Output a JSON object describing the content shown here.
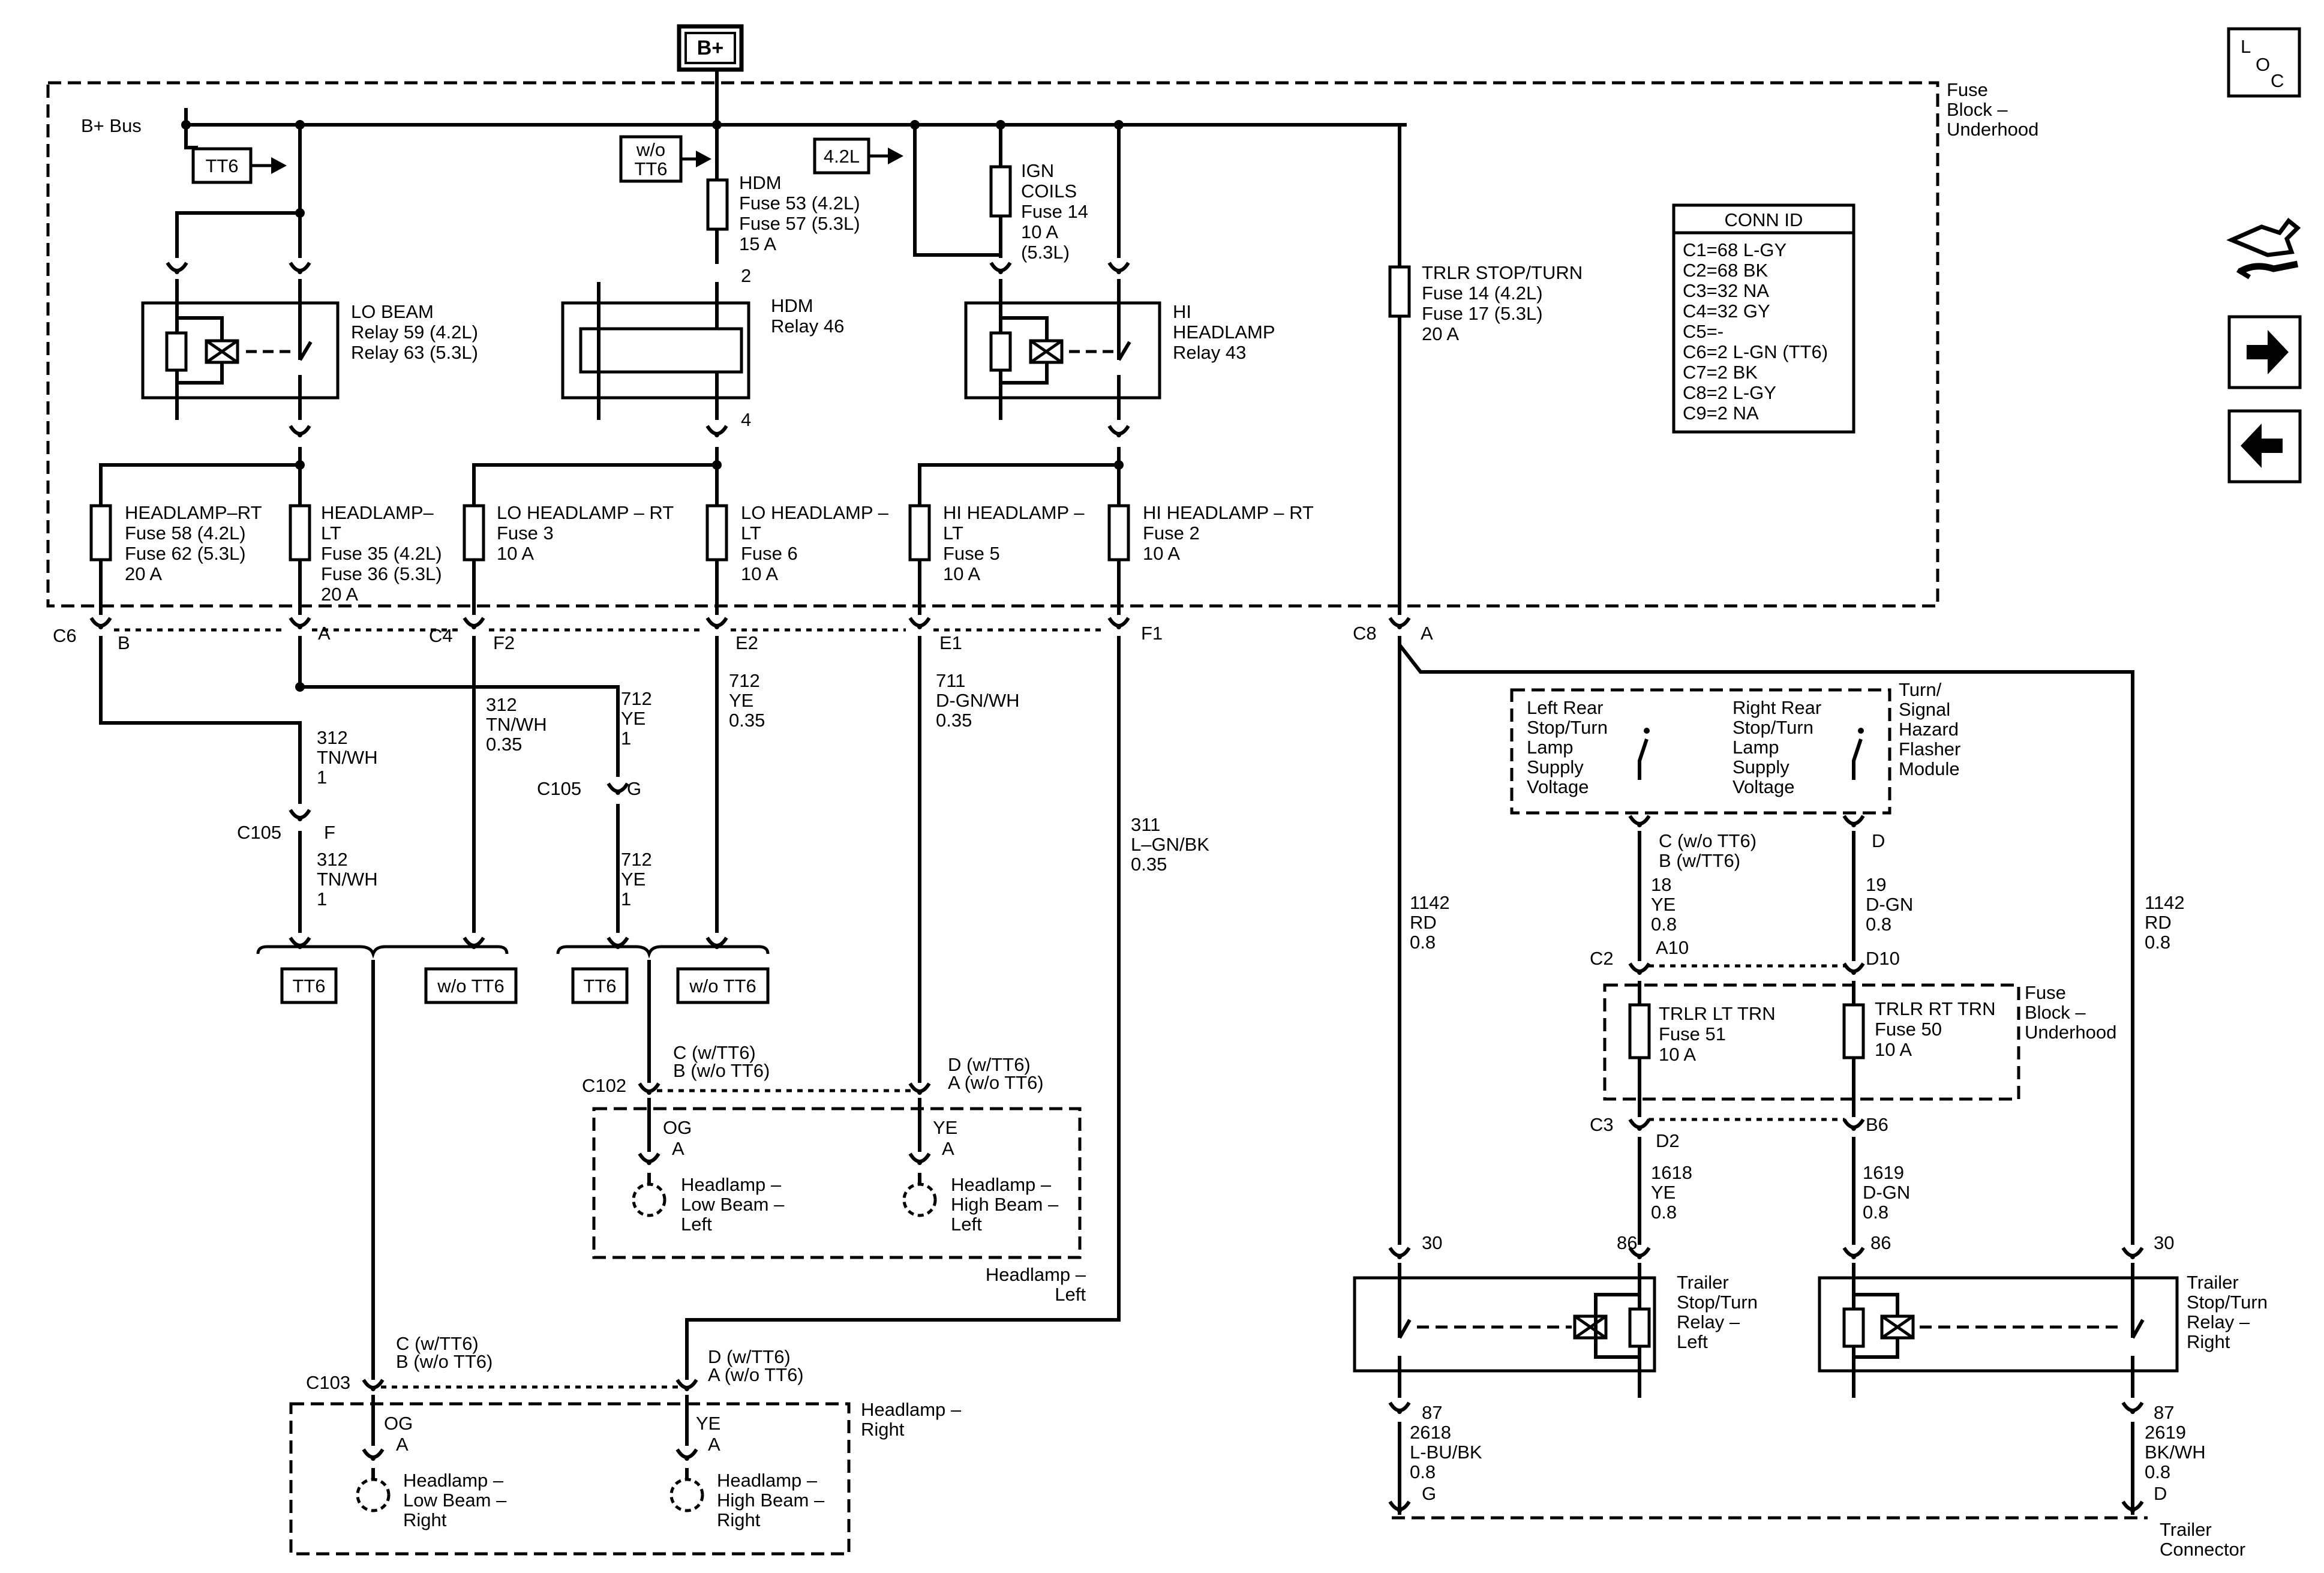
{
  "battery": "B+",
  "loc_icon": {
    "l": "L",
    "o": "O",
    "c": "C"
  },
  "fuse_block_label": [
    "Fuse",
    "Block –",
    "Underhood"
  ],
  "bplus_bus": "B+ Bus",
  "tt6": "TT6",
  "wo_tt6": "w/o TT6",
  "wo_tt6_stack": [
    "w/o",
    "TT6"
  ],
  "engine_42": "4.2L",
  "hdm_fuse": [
    "HDM",
    "Fuse 53 (4.2L)",
    "Fuse 57 (5.3L)",
    "15 A"
  ],
  "ign_fuse": [
    "IGN",
    "COILS",
    "Fuse 14",
    "10 A",
    "(5.3L)"
  ],
  "trlr_fuse": [
    "TRLR STOP/TURN",
    "Fuse 14 (4.2L)",
    "Fuse 17 (5.3L)",
    "20 A"
  ],
  "lo_relay": [
    "LO BEAM",
    "Relay 59 (4.2L)",
    "Relay 63 (5.3L)"
  ],
  "hdm_relay": [
    "HDM",
    "Relay 46"
  ],
  "hi_relay": [
    "HI",
    "HEADLAMP",
    "Relay 43"
  ],
  "pin_2": "2",
  "pin_4": "4",
  "conn_id": {
    "title": "CONN ID",
    "rows": [
      "C1=68 L-GY",
      "C2=68 BK",
      "C3=32 NA",
      "C4=32 GY",
      "C5=-",
      "C6=2 L-GN (TT6)",
      "C7=2 BK",
      "C8=2 L-GY",
      "C9=2 NA"
    ]
  },
  "fuses_bottom": [
    [
      "HEADLAMP–RT",
      "Fuse 58 (4.2L)",
      "Fuse 62 (5.3L)",
      "20 A"
    ],
    [
      "HEADLAMP–",
      "LT",
      "Fuse 35 (4.2L)",
      "Fuse 36 (5.3L)",
      "20 A"
    ],
    [
      "LO HEADLAMP – RT",
      "Fuse 3",
      "10 A"
    ],
    [
      "LO HEADLAMP –",
      "LT",
      "Fuse 6",
      "10 A"
    ],
    [
      "HI HEADLAMP –",
      "LT",
      "Fuse 5",
      "10 A"
    ],
    [
      "HI HEADLAMP – RT",
      "Fuse 2",
      "10 A"
    ]
  ],
  "connectors": {
    "c6": "C6",
    "c6b": "B",
    "c6a": "A",
    "c4": "C4",
    "c4f2": "F2",
    "c4e2": "E2",
    "c4e1": "E1",
    "c4f1": "F1",
    "c8": "C8",
    "c8a": "A",
    "c105": "C105",
    "c105f": "F",
    "c105g": "G",
    "c102": "C102",
    "c103": "C103",
    "c2": "C2",
    "c2a10": "A10",
    "c2d10": "D10",
    "c3": "C3",
    "c3d2": "D2",
    "c3b6": "B6"
  },
  "wires": {
    "w312a": [
      "312",
      "TN/WH",
      "1"
    ],
    "w312b": [
      "312",
      "TN/WH",
      "1"
    ],
    "w312c": [
      "312",
      "TN/WH",
      "0.35"
    ],
    "w712a": [
      "712",
      "YE",
      "1"
    ],
    "w712b": [
      "712",
      "YE",
      "1"
    ],
    "w712c": [
      "712",
      "YE",
      "0.35"
    ],
    "w711": [
      "711",
      "D-GN/WH",
      "0.35"
    ],
    "w311": [
      "311",
      "L–GN/BK",
      "0.35"
    ],
    "w1142l": [
      "1142",
      "RD",
      "0.8"
    ],
    "w1142r": [
      "1142",
      "RD",
      "0.8"
    ],
    "w18": [
      "18",
      "YE",
      "0.8"
    ],
    "w19": [
      "19",
      "D-GN",
      "0.8"
    ],
    "w1618": [
      "1618",
      "YE",
      "0.8"
    ],
    "w1619": [
      "1619",
      "D-GN",
      "0.8"
    ],
    "w2618": [
      "2618",
      "L-BU/BK",
      "0.8"
    ],
    "w2619": [
      "2619",
      "BK/WH",
      "0.8"
    ]
  },
  "c102_left": [
    "C (w/TT6)",
    "B (w/o TT6)"
  ],
  "c102_right": [
    "D (w/TT6)",
    "A (w/o TT6)"
  ],
  "c103_left": [
    "C (w/TT6)",
    "B (w/o TT6)"
  ],
  "c103_right": [
    "D (w/TT6)",
    "A (w/o TT6)"
  ],
  "color_og": "OG",
  "color_ye": "YE",
  "pin_a": "A",
  "lamp_low_left": [
    "Headlamp –",
    "Low Beam –",
    "Left"
  ],
  "lamp_high_left": [
    "Headlamp –",
    "High Beam –",
    "Left"
  ],
  "lamp_low_right": [
    "Headlamp –",
    "Low Beam –",
    "Right"
  ],
  "lamp_high_right": [
    "Headlamp –",
    "High Beam –",
    "Right"
  ],
  "headlamp_left": [
    "Headlamp –",
    "Left"
  ],
  "headlamp_right": [
    "Headlamp –",
    "Right"
  ],
  "flasher": {
    "left_supply": [
      "Left Rear",
      "Stop/Turn",
      "Lamp",
      "Supply",
      "Voltage"
    ],
    "right_supply": [
      "Right Rear",
      "Stop/Turn",
      "Lamp",
      "Supply",
      "Voltage"
    ],
    "module": [
      "Turn/",
      "Signal",
      "Hazard",
      "Flasher",
      "Module"
    ],
    "pin_c": [
      "C (w/o TT6)",
      "B (w/TT6)"
    ],
    "pin_d": "D"
  },
  "fuse_block2": [
    "Fuse",
    "Block –",
    "Underhood"
  ],
  "trlr_lt": [
    "TRLR LT TRN",
    "Fuse 51",
    "10 A"
  ],
  "trlr_rt": [
    "TRLR RT TRN",
    "Fuse 50",
    "10 A"
  ],
  "pin_30": "30",
  "pin_86": "86",
  "pin_87": "87",
  "relay_left": [
    "Trailer",
    "Stop/Turn",
    "Relay –",
    "Left"
  ],
  "relay_right": [
    "Trailer",
    "Stop/Turn",
    "Relay –",
    "Right"
  ],
  "trailer_pin_g": "G",
  "trailer_pin_d": "D",
  "trailer_connector": [
    "Trailer",
    "Connector"
  ],
  "nav_icons": [
    "tools-icon",
    "arrow-right-icon",
    "arrow-left-icon"
  ]
}
